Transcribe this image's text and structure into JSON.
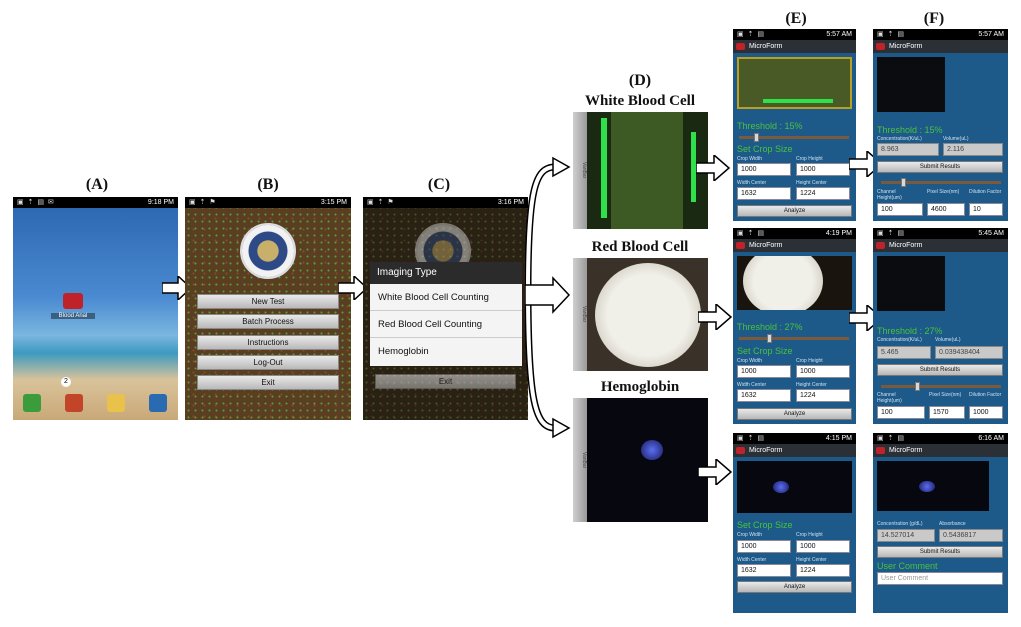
{
  "labels": {
    "a": "(A)",
    "b": "(B)",
    "c": "(C)",
    "d": "(D)",
    "e": "(E)",
    "f": "(F)"
  },
  "sections": {
    "wbc": "White Blood Cell",
    "rbc": "Red Blood Cell",
    "hgb": "Hemoglobin"
  },
  "screen_a": {
    "time": "9:18 PM",
    "app_label": "Blood Anal",
    "page_indicator": "2",
    "dock": [
      "Phone",
      "Contacts",
      "Messaging",
      "Applications"
    ]
  },
  "screen_b": {
    "time": "3:15 PM",
    "buttons": [
      "New Test",
      "Batch Process",
      "Instructions",
      "Log-Out",
      "Exit"
    ]
  },
  "screen_c": {
    "time": "3:16 PM",
    "dialog_title": "Imaging Type",
    "options": [
      "White Blood Cell Counting",
      "Red Blood Cell Counting",
      "Hemoglobin"
    ],
    "exit": "Exit"
  },
  "screen_d": {
    "side_tab": "VanBar"
  },
  "app": {
    "name": "MicroForm",
    "crop_title": "Set Crop Size",
    "crop_width_label": "Crop Width",
    "crop_height_label": "Crop Height",
    "width_center_label": "Width Center",
    "height_center_label": "Height Center",
    "analyze": "Analyze",
    "submit": "Submit Results",
    "channel_label": "Channel Height(um)",
    "pixel_label": "Pixel Size(nm)",
    "dilution_label": "Dilution Factor",
    "conc_label": "Concentration(K/uL)",
    "volume_label": "Volume(uL)"
  },
  "e1": {
    "time": "5:57 AM",
    "threshold": "Threshold : 15%",
    "crop_width": "1000",
    "crop_height": "1000",
    "width_center": "1632",
    "height_center": "1224"
  },
  "e2": {
    "time": "4:19 PM",
    "threshold": "Threshold : 27%",
    "crop_width": "1000",
    "crop_height": "1000",
    "width_center": "1632",
    "height_center": "1224"
  },
  "e3": {
    "time": "4:15 PM",
    "crop_title": "Set Crop Size",
    "crop_width": "1000",
    "crop_height": "1000",
    "width_center": "1632",
    "height_center": "1224"
  },
  "f1": {
    "time": "5:57 AM",
    "threshold": "Threshold : 15%",
    "conc": "8.963",
    "vol": "2.116",
    "channel": "100",
    "pixel": "4600",
    "dilution": "10"
  },
  "f2": {
    "time": "5:45 AM",
    "threshold": "Threshold : 27%",
    "conc": "5.465",
    "vol": "0.039438404",
    "channel": "100",
    "pixel": "1570",
    "dilution": "1000"
  },
  "f3": {
    "time": "6:16 AM",
    "conc_label": "Concentration (g/dL)",
    "abs_label": "Absorbance",
    "conc": "14.527014",
    "abs": "0.5436817",
    "comment_title": "User Comment",
    "comment_placeholder": "User Comment"
  },
  "colors": {
    "app_bg": "#1d5a8a",
    "threshold_green": "#49c23a",
    "arrow": "#ffffff"
  }
}
